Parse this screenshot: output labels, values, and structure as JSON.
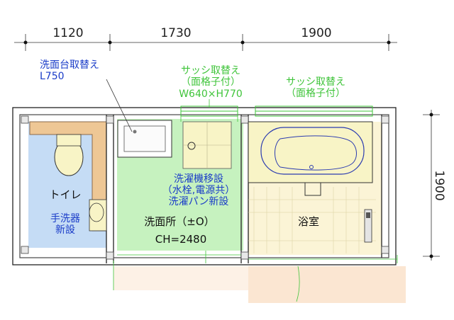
{
  "dimensions": {
    "top": [
      "1120",
      "1730",
      "1900"
    ],
    "right": "1900"
  },
  "notes": {
    "sink": [
      "洗面台取替え",
      "L750"
    ],
    "sash_left": [
      "サッシ取替え",
      "（面格子付）",
      "W640×H770"
    ],
    "sash_right": [
      "サッシ取替え",
      "（面格子付）"
    ],
    "washer": [
      "洗濯機移設",
      "（水栓,電源共）",
      "洗濯パン新設"
    ],
    "handwash": [
      "手洗器",
      "新設"
    ]
  },
  "rooms": {
    "toilet": "トイレ",
    "washroom": "洗面所（±O）",
    "ceiling": "CH=2480",
    "bath": "浴室"
  },
  "colors": {
    "toilet_floor": "#c5dcf5",
    "wash_floor": "#c6f2bf",
    "bath_floor": "#fbf4d6",
    "cabinet": "#eec795",
    "outside": "#fbe6d2",
    "fixture": "#f8f4c6",
    "blue_text": "#1a3cc8",
    "green_text": "#3fc43a"
  }
}
